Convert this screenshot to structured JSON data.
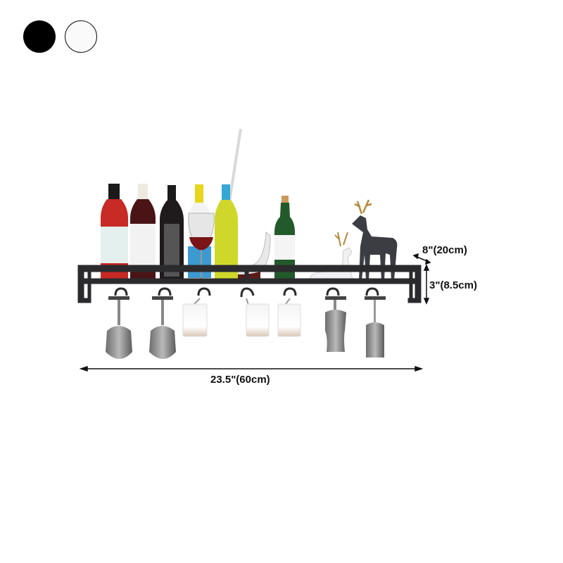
{
  "color_options": [
    {
      "name": "Black",
      "hex": "#000000",
      "selected": true
    },
    {
      "name": "White",
      "hex": "#FFFFFF",
      "selected": false
    }
  ],
  "product": {
    "description": "Wall-mounted black metal wine rack shelf with hanging stemware hooks",
    "shelf_items": [
      "rose wine bottle",
      "red wine bottle",
      "dark wine bottle",
      "blue-label bottle",
      "yellow bottle",
      "wine glass",
      "glass decanter",
      "green wine bottle",
      "white deer figurine",
      "black deer figurine"
    ],
    "hanging_items": [
      "wine glass",
      "wine glass",
      "mug",
      "mug",
      "mug",
      "stacked glasses",
      "stacked glasses"
    ],
    "hook_count": 7
  },
  "dimensions": {
    "depth": "8\"(20cm)",
    "height": "3\"(8.5cm)",
    "width": "23.5\"(60cm)"
  },
  "colors": {
    "frame": "#2b2b2d",
    "text": "#111111",
    "background": "#ffffff"
  }
}
